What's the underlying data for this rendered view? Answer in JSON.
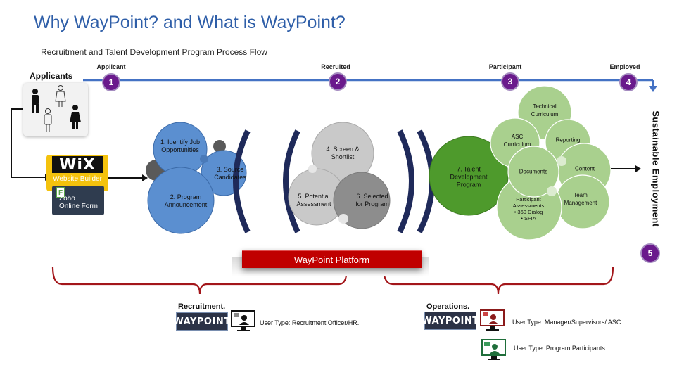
{
  "title": "Why WayPoint? and What is WayPoint?",
  "subtitle": "Recruitment and Talent Development Program  Process Flow",
  "timeline": {
    "stages": [
      {
        "label": "Applicant",
        "number": "1"
      },
      {
        "label": "Recruited",
        "number": "2"
      },
      {
        "label": "Participant",
        "number": "3"
      },
      {
        "label": "Employed",
        "number": "4"
      }
    ]
  },
  "applicants_label": "Applicants",
  "wix": {
    "logo": "WiX",
    "sub": "Website Builder"
  },
  "zoho": {
    "icon": "F",
    "line1": "Zoho",
    "line2": "Online Form"
  },
  "blue_group": {
    "identify": [
      "1. Identify Job",
      "Opportunities"
    ],
    "source": [
      "3. Source",
      "Candidates"
    ],
    "announce": [
      "2. Program",
      "Announcement"
    ]
  },
  "grey_group": {
    "screen": [
      "4. Screen &",
      "Shortlist"
    ],
    "assess": [
      "5. Potential",
      "Assessment"
    ],
    "selected": [
      "6. Selected",
      "for Program"
    ]
  },
  "green_group": {
    "program": [
      "7. Talent",
      "Development",
      "Program"
    ],
    "technical": [
      "Technical",
      "Curriculum"
    ],
    "asc": [
      "ASC",
      "Curriculum"
    ],
    "reporting": "Reporting",
    "documents": "Documents",
    "content": "Content",
    "team": [
      "Team",
      "Management"
    ],
    "participant": [
      "Participant",
      "Assessments"
    ],
    "bullets": [
      "360 Dialog",
      "SFIA"
    ]
  },
  "sustainable": "Sustainable Employment",
  "badge5": "5",
  "platform": "WayPoint Platform",
  "recruitment": {
    "label": "Recruitment.",
    "logo": "WAYPOINT",
    "user_type": "User Type:  Recruitment Officer/HR."
  },
  "operations": {
    "label": "Operations.",
    "logo": "WAYPOINT",
    "user_type_1": "User Type:  Manager/Supervisors/ ASC.",
    "user_type_2": "User Type:  Program Participants."
  },
  "colors": {
    "title": "#2e5ea8",
    "timeline": "#4472c4",
    "badge": "#6a1a8c",
    "blue": "#5b8fd0",
    "grey": "#b8b8b8",
    "green": "#a9d08e",
    "green_dark": "#4e9a2c",
    "navy": "#1f2a5a",
    "red": "#c00000",
    "bracket": "#a3161a"
  }
}
